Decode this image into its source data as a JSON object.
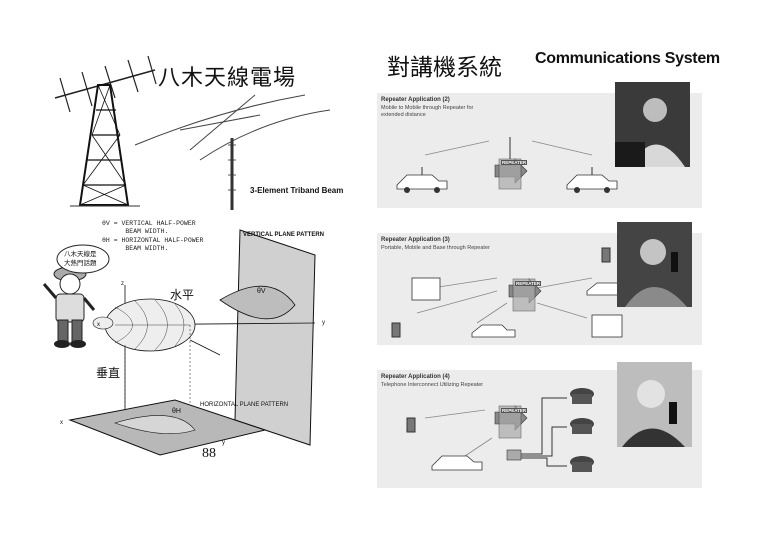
{
  "left": {
    "title": "八木天線電場",
    "antenna_label": "3-Element Triband Beam",
    "theta_v_text": "θV = VERTICAL HALF-POWER\n      BEAM WIDTH.",
    "theta_h_text": "θH = HORIZONTAL HALF-POWER\n      BEAM WIDTH.",
    "bubble_text": "八木天線是\n大熱門話題",
    "vertical_pattern_label": "VERTICAL PLANE PATTERN",
    "horizontal_pattern_label": "HORIZONTAL PLANE PATTERN",
    "horizontal_cn": "水平",
    "vertical_cn": "垂直",
    "theta_v": "θV",
    "theta_h": "θH",
    "axis_x": "x",
    "axis_y": "y",
    "axis_z": "z",
    "page_number": "88"
  },
  "right": {
    "title_cn": "對講機系統",
    "title_en": "Communications System",
    "panels": [
      {
        "title": "Repeater Application (2)",
        "sub": "Mobile to Mobile through Repeater for\nextended distance"
      },
      {
        "title": "Repeater Application (3)",
        "sub": "Portable, Mobile and Base through Repeater"
      },
      {
        "title": "Repeater Application (4)",
        "sub": "Telephone Interconnect Utilizing Repeater"
      }
    ],
    "repeater_label": "REPEATER"
  }
}
